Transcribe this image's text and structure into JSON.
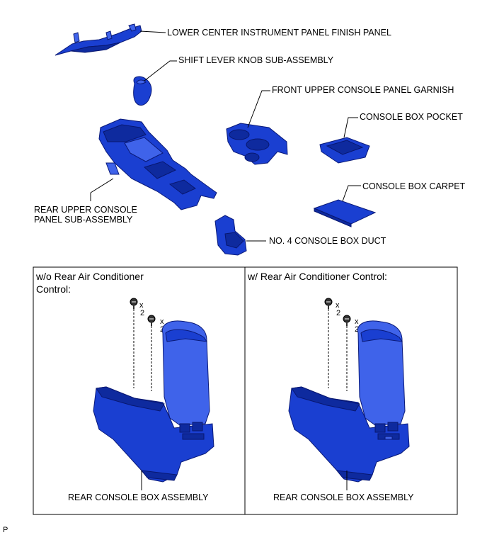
{
  "labels": {
    "lower_center_panel": "LOWER CENTER INSTRUMENT PANEL FINISH PANEL",
    "shift_knob": "SHIFT LEVER KNOB SUB-ASSEMBLY",
    "front_garnish": "FRONT UPPER CONSOLE PANEL GARNISH",
    "console_pocket": "CONSOLE BOX POCKET",
    "console_carpet": "CONSOLE BOX CARPET",
    "rear_upper_line1": "REAR UPPER CONSOLE",
    "rear_upper_line2": "PANEL SUB-ASSEMBLY",
    "duct": "NO. 4 CONSOLE BOX DUCT"
  },
  "panels": {
    "left": {
      "caption_line1": "w/o Rear Air Conditioner",
      "caption_line2": "Control:",
      "screw1_qty_x": "x",
      "screw1_qty_n": "2",
      "screw2_qty_x": "x",
      "screw2_qty_n": "2",
      "assembly_label": "REAR CONSOLE BOX ASSEMBLY"
    },
    "right": {
      "caption": "w/ Rear Air Conditioner Control:",
      "screw1_qty_x": "x",
      "screw1_qty_n": "2",
      "screw2_qty_x": "x",
      "screw2_qty_n": "2",
      "assembly_label": "REAR CONSOLE BOX ASSEMBLY"
    }
  },
  "footer_code": "P",
  "colors": {
    "part_fill": "#1a3fd1",
    "part_dark": "#0e2a9e",
    "part_light": "#3f63ea"
  }
}
